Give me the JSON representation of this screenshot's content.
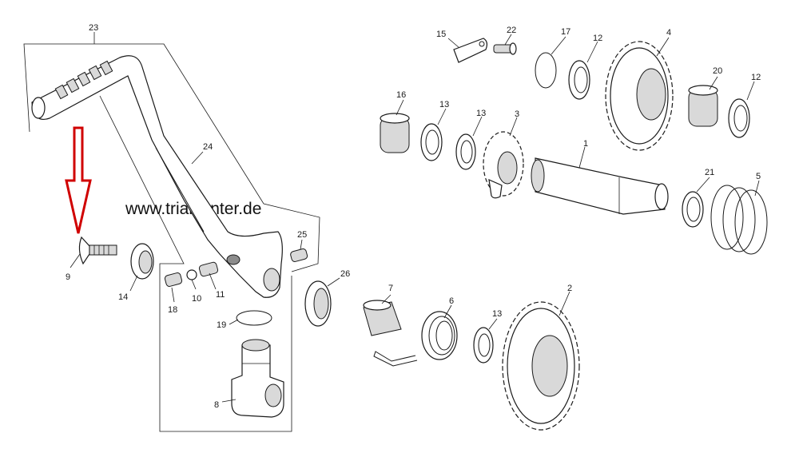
{
  "watermark": "www.trialcenter.de",
  "arrow_color": "#d00000",
  "callouts": {
    "c1": "1",
    "c2": "2",
    "c3": "3",
    "c4": "4",
    "c5": "5",
    "c6": "6",
    "c7": "7",
    "c8": "8",
    "c9": "9",
    "c10": "10",
    "c11": "11",
    "c12a": "12",
    "c12b": "12",
    "c13a": "13",
    "c13b": "13",
    "c13c": "13",
    "c14": "14",
    "c15": "15",
    "c16": "16",
    "c17": "17",
    "c18": "18",
    "c19": "19",
    "c20": "20",
    "c21": "21",
    "c22": "22",
    "c23": "23",
    "c24": "24",
    "c25": "25",
    "c26": "26"
  }
}
